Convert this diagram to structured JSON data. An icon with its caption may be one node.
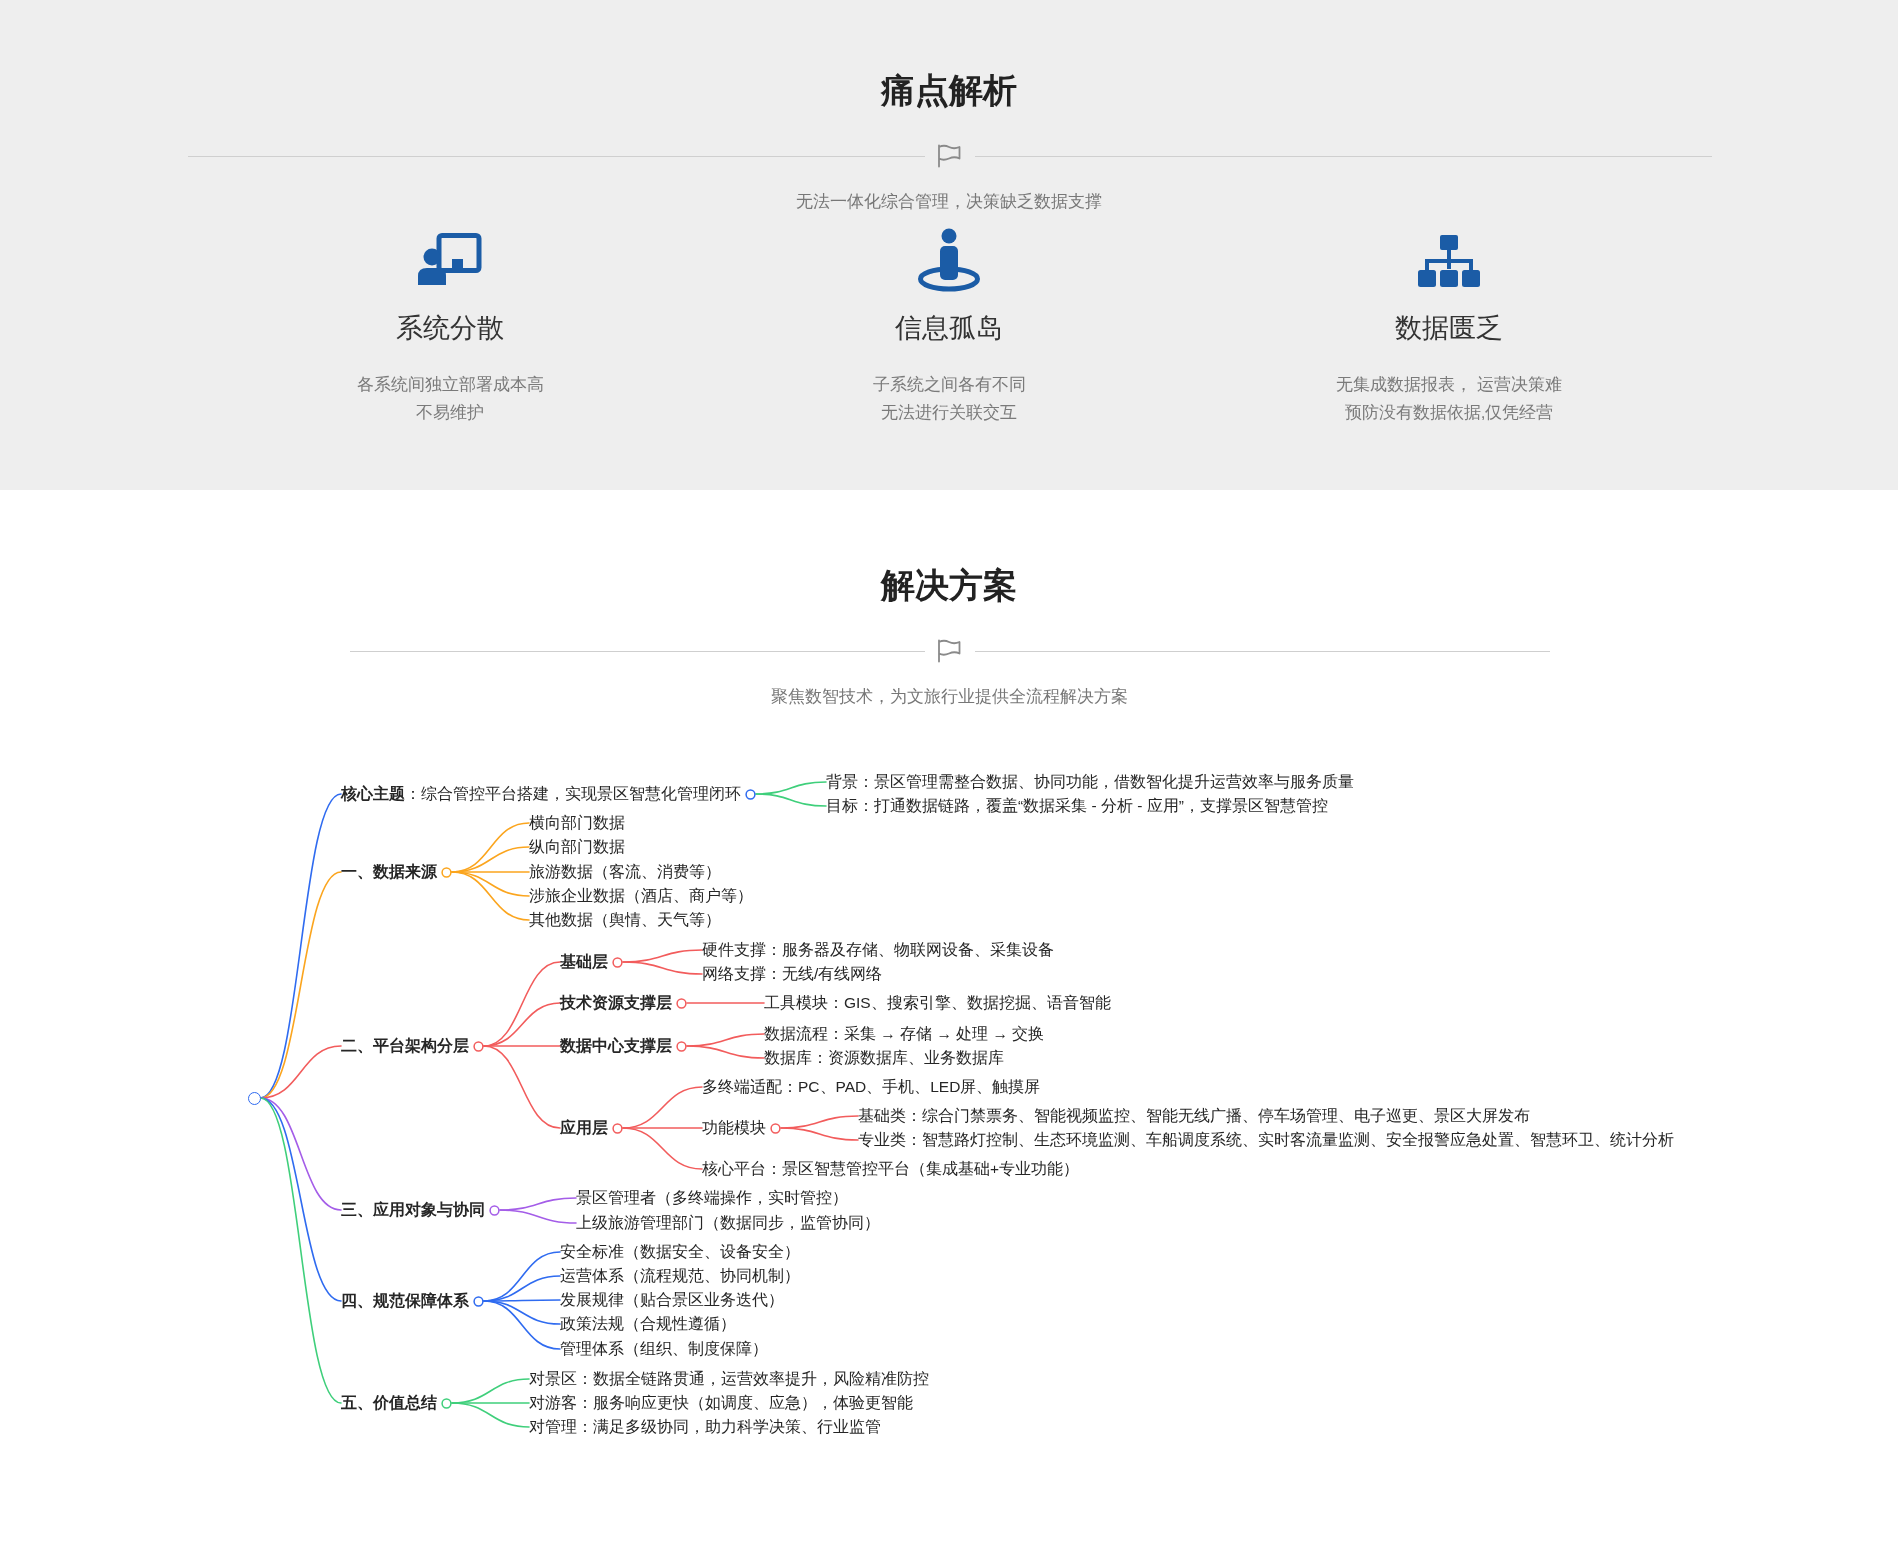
{
  "diagram": {
    "nodes": [
      {
        "text": [],
        "shape": "circle"
      },
      {
        "text": [
          "**核心主题**：综合管控平台搭建，实现景区智慧化管理闭环"
        ]
      },
      {
        "text": [
          "背景：景区管理需整合数据、协同功能，借数智化提升运营效率与服务质量"
        ]
      },
      {
        "text": [
          "目标：打通数据链路，覆盖“数据采集 - 分析 - 应用”，支撑景区智慧管控"
        ]
      },
      {
        "text": [
          "一、数据来源"
        ]
      },
      {
        "text": [
          "横向部门数据"
        ]
      },
      {
        "text": [
          "纵向部门数据"
        ]
      },
      {
        "text": [
          "旅游数据（客流、消费等）"
        ]
      },
      {
        "text": [
          "涉旅企业数据（酒店、商户等）"
        ]
      },
      {
        "text": [
          "其他数据（舆情、天气等）"
        ]
      },
      {
        "text": [
          "二、平台架构分层"
        ]
      },
      {
        "text": [
          "基础层"
        ]
      },
      {
        "text": [
          "硬件支撑：服务器及存储、物联网设备、采集设备"
        ]
      },
      {
        "text": [
          "网络支撑：无线/有线网络"
        ]
      },
      {
        "text": [
          "技术资源支撑层"
        ]
      },
      {
        "text": [
          "工具模块：GIS、搜索引擎、数据挖掘、语音智能"
        ]
      },
      {
        "text": [
          "数据中心支撑层"
        ]
      },
      {
        "text": [
          "数据流程：采集 → 存储 → 处理 → 交换"
        ]
      },
      {
        "text": [
          "数据库：资源数据库、业务数据库"
        ]
      },
      {
        "text": [
          "应用层"
        ]
      },
      {
        "text": [
          "多终端适配：PC、PAD、手机、LED屏、触摸屏"
        ]
      },
      {
        "text": [
          "功能模块"
        ]
      },
      {
        "text": [
          "基础类：综合门禁票务、智能视频监控、智能无线广播、停车场管理、电子巡更、景区大屏发布"
        ]
      },
      {
        "text": [
          "专业类：智慧路灯控制、生态环境监测、车船调度系统、实时客流量监测、安全报警应急处置、智慧环卫、统计分析"
        ]
      },
      {
        "text": [
          "核心平台：景区智慧管控平台（集成基础+专业功能）"
        ]
      },
      {
        "text": [
          "三、应用对象与协同"
        ]
      },
      {
        "text": [
          "景区管理者（多终端操作，实时管控）"
        ]
      },
      {
        "text": [
          "上级旅游管理部门（数据同步，监管协同）"
        ]
      },
      {
        "text": [
          "四、规范保障体系"
        ]
      },
      {
        "text": [
          "安全标准（数据安全、设备安全）"
        ]
      },
      {
        "text": [
          "运营体系（流程规范、协同机制）"
        ]
      },
      {
        "text": [
          "发展规律（贴合景区业务迭代）"
        ]
      },
      {
        "text": [
          "政策法规（合规性遵循）"
        ]
      },
      {
        "text": [
          "管理体系（组织、制度保障）"
        ]
      },
      {
        "text": [
          "五、价值总结"
        ]
      },
      {
        "text": [
          "对景区：数据全链路贯通，运营效率提升，风险精准防控"
        ]
      },
      {
        "text": [
          "对游客：服务响应更快（如调度、应急），体验更智能"
        ]
      },
      {
        "text": [
          "对管理：满足多级协同，助力科学决策、行业监管"
        ]
      }
    ],
    "edges": [
      {
        "from": 0,
        "to": 1,
        "arrow": "none",
        "color": "#2f6bf0"
      },
      {
        "from": 1,
        "to": 2,
        "arrow": "none",
        "color": "#3fcf7b"
      },
      {
        "from": 1,
        "to": 3,
        "arrow": "none",
        "color": "#3fcf7b"
      },
      {
        "from": 0,
        "to": 4,
        "arrow": "none",
        "color": "#fba51e"
      },
      {
        "from": 4,
        "to": 5,
        "arrow": "none",
        "color": "#fba51e"
      },
      {
        "from": 4,
        "to": 6,
        "arrow": "none",
        "color": "#fba51e"
      },
      {
        "from": 4,
        "to": 7,
        "arrow": "none",
        "color": "#fba51e"
      },
      {
        "from": 4,
        "to": 8,
        "arrow": "none",
        "color": "#fba51e"
      },
      {
        "from": 4,
        "to": 9,
        "arrow": "none",
        "color": "#fba51e"
      },
      {
        "from": 0,
        "to": 10,
        "arrow": "none"
      },
      {
        "from": 10,
        "to": 11,
        "arrow": "none"
      },
      {
        "from": 11,
        "to": 12,
        "arrow": "none"
      },
      {
        "from": 11,
        "to": 13,
        "arrow": "none"
      },
      {
        "from": 10,
        "to": 14,
        "arrow": "none"
      },
      {
        "from": 14,
        "to": 15,
        "arrow": "none"
      },
      {
        "from": 10,
        "to": 16,
        "arrow": "none"
      },
      {
        "from": 16,
        "to": 17,
        "arrow": "none"
      },
      {
        "from": 16,
        "to": 18,
        "arrow": "none"
      },
      {
        "from": 10,
        "to": 19,
        "arrow": "none"
      },
      {
        "from": 19,
        "to": 20,
        "arrow": "none"
      },
      {
        "from": 19,
        "to": 21,
        "arrow": "none"
      },
      {
        "from": 21,
        "to": 22,
        "arrow": "none"
      },
      {
        "from": 21,
        "to": 23,
        "arrow": "none"
      },
      {
        "from": 19,
        "to": 24,
        "arrow": "none"
      },
      {
        "from": 0,
        "to": 25,
        "arrow": "none",
        "color": "#a45de8"
      },
      {
        "from": 25,
        "to": 26,
        "arrow": "none",
        "color": "#a45de8"
      },
      {
        "from": 25,
        "to": 27,
        "arrow": "none",
        "color": "#a45de8"
      },
      {
        "from": 0,
        "to": 28,
        "arrow": "none",
        "color": "#2f6bf0"
      },
      {
        "from": 28,
        "to": 29,
        "arrow": "none",
        "color": "#2f6bf0"
      },
      {
        "from": 28,
        "to": 30,
        "arrow": "none",
        "color": "#2f6bf0"
      },
      {
        "from": 28,
        "to": 31,
        "arrow": "none",
        "color": "#2f6bf0"
      },
      {
        "from": 28,
        "to": 32,
        "arrow": "none",
        "color": "#2f6bf0"
      },
      {
        "from": 28,
        "to": 33,
        "arrow": "none",
        "color": "#2f6bf0"
      },
      {
        "from": 0,
        "to": 34,
        "arrow": "none",
        "color": "#3fcf7b"
      },
      {
        "from": 34,
        "to": 35,
        "arrow": "none",
        "color": "#3fcf7b"
      },
      {
        "from": 34,
        "to": 36,
        "arrow": "none",
        "color": "#3fcf7b"
      },
      {
        "from": 34,
        "to": 37,
        "arrow": "none",
        "color": "#3fcf7b"
      }
    ],
    "labels": [
      "痛点解析",
      "无法一体化综合管理，决策缺乏数据支撑",
      "系统分散",
      "各系统间独立部署成本高不易维护",
      "信息孤岛",
      "子系统之间各有不同无法进行关联交互",
      "数据匮乏",
      "无集成数据报表， 运营决策难预防没有数据依据,仅凭经营",
      "解决方案",
      "聚焦数智技术，为文旅行业提供全流程解决方案"
    ]
  }
}
